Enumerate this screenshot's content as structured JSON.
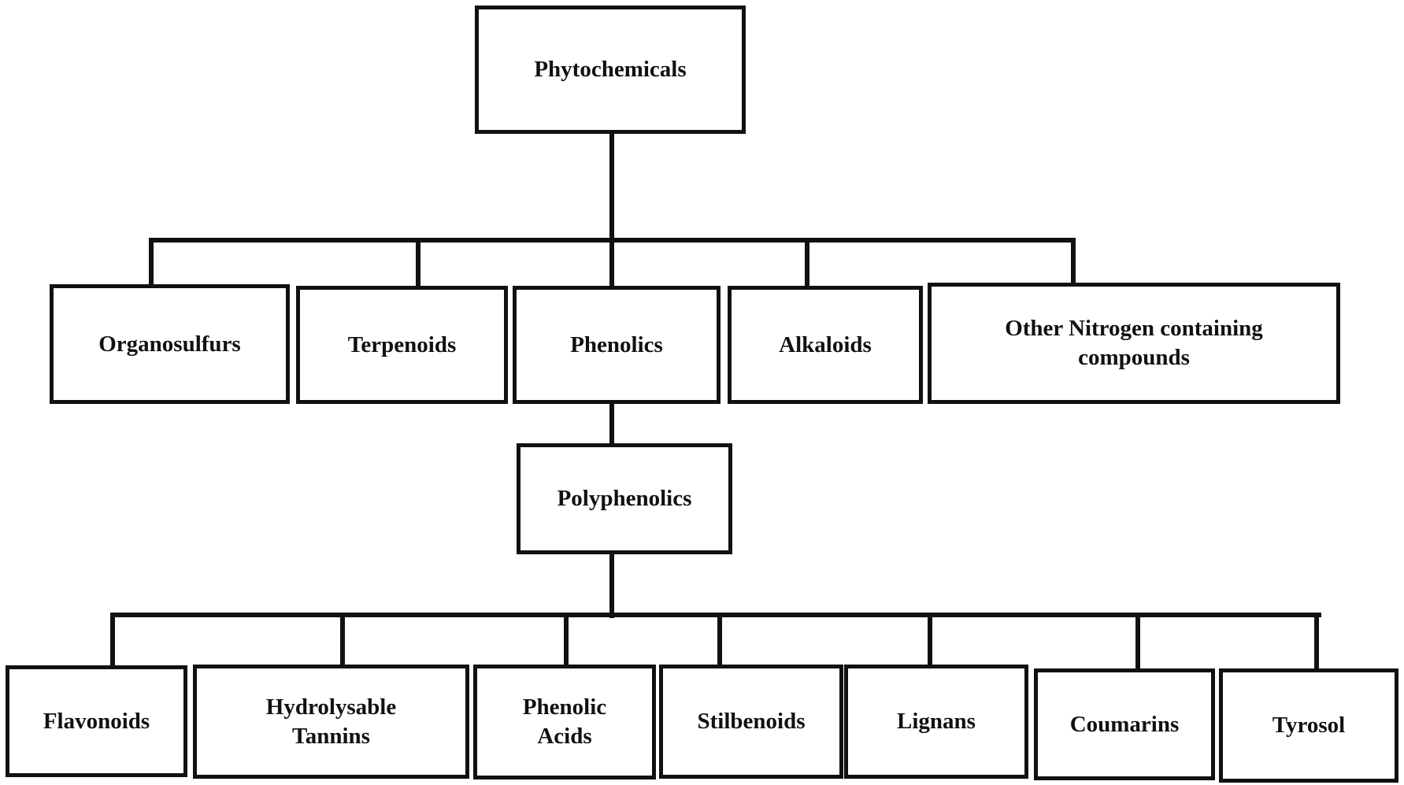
{
  "diagram": {
    "root": {
      "label": "Phytochemicals"
    },
    "level1": [
      {
        "label": "Organosulfurs"
      },
      {
        "label": "Terpenoids"
      },
      {
        "label": "Phenolics"
      },
      {
        "label": "Alkaloids"
      },
      {
        "label": "Other Nitrogen containing\ncompounds"
      }
    ],
    "level2": {
      "label": "Polyphenolics"
    },
    "level3": [
      {
        "label": "Flavonoids"
      },
      {
        "label": "Hydrolysable\nTannins"
      },
      {
        "label": "Phenolic\nAcids"
      },
      {
        "label": "Stilbenoids"
      },
      {
        "label": "Lignans"
      },
      {
        "label": "Coumarins"
      },
      {
        "label": "Tyrosol"
      }
    ],
    "colors": {
      "stroke": "#111111",
      "background": "#ffffff"
    }
  }
}
